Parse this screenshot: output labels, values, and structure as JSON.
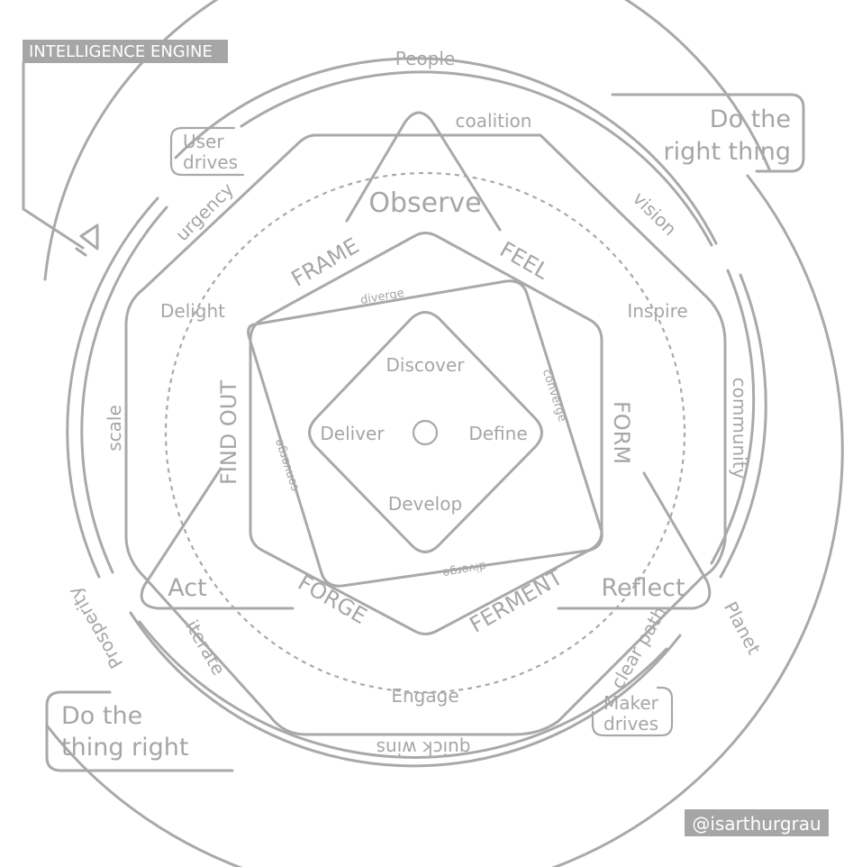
{
  "engine_label": "INTELLIGENCE ENGINE",
  "credit": "@isarthurgrau",
  "outer_ring": {
    "top": "People",
    "right": "Planet",
    "left": "Prosperity"
  },
  "callouts": {
    "do_right_thing": [
      "Do the",
      "right thing"
    ],
    "do_thing_right": [
      "Do the",
      "thing right"
    ],
    "user_drives": [
      "User",
      "drives"
    ],
    "maker_drives": [
      "Maker",
      "drives"
    ]
  },
  "ring_words": {
    "coalition": "coalition",
    "vision": "vision",
    "community": "community",
    "clear_path": "clear path",
    "quick_wins": "quick wins",
    "iterate": "iterate",
    "scale": "scale",
    "urgency": "urgency"
  },
  "dashed_circle": {
    "delight": "Delight",
    "inspire": "Inspire",
    "engage": "Engage"
  },
  "triangle": {
    "observe": "Observe",
    "reflect": "Reflect",
    "act": "Act"
  },
  "hexagon": {
    "frame": "FRAME",
    "feel": "FEEL",
    "form": "FORM",
    "ferment": "FERMENT",
    "forge": "FORGE",
    "find_out": "FIND OUT"
  },
  "square_edges": {
    "top": "diverge",
    "right": "converge",
    "bottom": "diverge",
    "left": "converge"
  },
  "diamond": {
    "discover": "Discover",
    "define": "Define",
    "develop": "Develop",
    "deliver": "Deliver"
  }
}
